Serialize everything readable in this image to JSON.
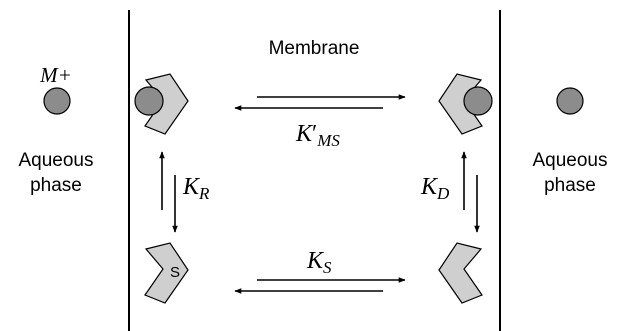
{
  "labels": {
    "membrane": "Membrane",
    "ion": "M+",
    "aqueous_left_line1": "Aqueous",
    "aqueous_left_line2": "phase",
    "aqueous_right_line1": "Aqueous",
    "aqueous_right_line2": "phase",
    "carrier_letter": "S"
  },
  "constants": {
    "k_ms": {
      "main": "K",
      "prime": "′",
      "sub": "MS"
    },
    "k_r": {
      "main": "K",
      "sub": "R"
    },
    "k_d": {
      "main": "K",
      "sub": "D"
    },
    "k_s": {
      "main": "K",
      "sub": "S"
    }
  },
  "colors": {
    "ion_fill": "#8c8c8c",
    "carrier_fill": "#cfcfcf",
    "stroke": "#000000"
  }
}
